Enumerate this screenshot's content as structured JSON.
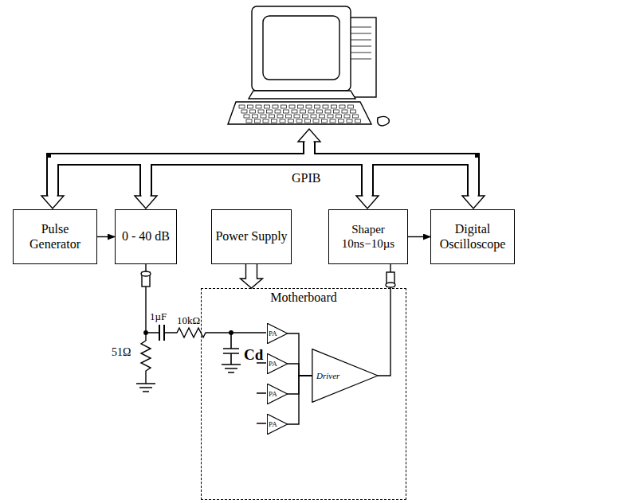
{
  "diagram": {
    "nodes": [
      {
        "text": [
          "Pulse Generator"
        ]
      },
      {
        "text": [
          "0 - 40 dB"
        ]
      },
      {
        "text": [
          "Power Supply"
        ]
      },
      {
        "text": [
          "Shaper 10ns−10µs"
        ]
      },
      {
        "text": [
          "Digital Oscilloscope"
        ]
      },
      {
        "text": [
          "Motherboard"
        ]
      },
      {
        "text": [
          "PA"
        ],
        "in": 5
      },
      {
        "text": [
          "PA"
        ],
        "in": 5
      },
      {
        "text": [
          "PA"
        ],
        "in": 5
      },
      {
        "text": [
          "PA"
        ],
        "in": 5
      },
      {
        "text": [
          "Driver"
        ],
        "in": 5
      }
    ],
    "edges": [
      {
        "from": 0,
        "to": 1,
        "arrow": "to"
      },
      {
        "from": 3,
        "to": 4,
        "arrow": "to"
      },
      {
        "from": 2,
        "to": 5,
        "arrow": "to"
      },
      {
        "from": 6,
        "to": 10,
        "arrow": "none"
      },
      {
        "from": 7,
        "to": 10,
        "arrow": "none"
      },
      {
        "from": 8,
        "to": 10,
        "arrow": "none"
      },
      {
        "from": 9,
        "to": 10,
        "arrow": "none"
      },
      {
        "from": 10,
        "to": 3,
        "arrow": "none"
      }
    ],
    "labels": [
      "GPIB",
      "51Ω",
      "1µF",
      "10kΩ",
      "Cd"
    ]
  }
}
